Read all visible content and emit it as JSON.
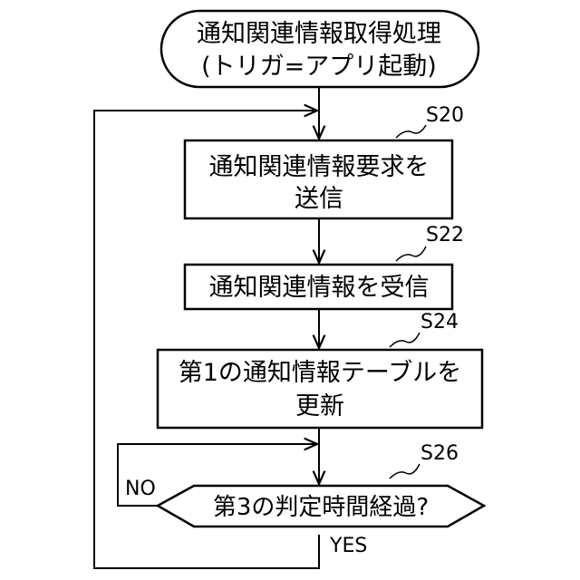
{
  "flowchart": {
    "start": {
      "line1": "通知関連情報取得処理",
      "line2": "(トリガ=アプリ起動)"
    },
    "steps": [
      {
        "id": "S20",
        "line1": "通知関連情報要求を",
        "line2": "送信"
      },
      {
        "id": "S22",
        "line1": "通知関連情報を受信",
        "line2": ""
      },
      {
        "id": "S24",
        "line1": "第1の通知情報テーブルを",
        "line2": "更新"
      }
    ],
    "decision": {
      "id": "S26",
      "text": "第3の判定時間経過?",
      "no_label": "NO",
      "yes_label": "YES"
    }
  }
}
